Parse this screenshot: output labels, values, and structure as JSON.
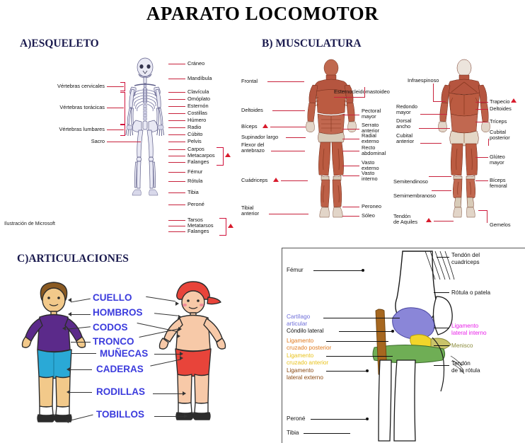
{
  "title": "APARATO LOCOMOTOR",
  "credit": "Ilustración de Microsoft",
  "sections": {
    "skeleton": {
      "heading": "A)ESQUELETO"
    },
    "muscles": {
      "heading": "B) MUSCULATURA"
    },
    "joints": {
      "heading": "C)ARTICULACIONES"
    }
  },
  "skeleton": {
    "left_labels": [
      {
        "text": "Vértebras cervicales"
      },
      {
        "text": "Vértebras torácicas"
      },
      {
        "text": "Vértebras lumbares"
      },
      {
        "text": "Sacro"
      }
    ],
    "right_labels": [
      {
        "text": "Cráneo"
      },
      {
        "text": "Mandíbula"
      },
      {
        "text": "Clavícula"
      },
      {
        "text": "Omóplato"
      },
      {
        "text": "Esternón"
      },
      {
        "text": "Costillas"
      },
      {
        "text": "Húmero"
      },
      {
        "text": "Radio"
      },
      {
        "text": "Cúbito"
      },
      {
        "text": "Pelvis"
      },
      {
        "text": "Carpos"
      },
      {
        "text": "Metacarpos"
      },
      {
        "text": "Falanges"
      },
      {
        "text": "Fémur"
      },
      {
        "text": "Rótula"
      },
      {
        "text": "Tibia"
      },
      {
        "text": "Peroné"
      },
      {
        "text": "Tarsos"
      },
      {
        "text": "Metatarsos"
      },
      {
        "text": "Falanges"
      }
    ]
  },
  "muscles_front": {
    "left_labels": [
      {
        "text": "Frontal"
      },
      {
        "text": "Deltoides"
      },
      {
        "text": "Bíceps"
      },
      {
        "text": "Supinador largo"
      },
      {
        "text": "Flexor del\nantebrazo"
      },
      {
        "text": "Cuádriceps"
      },
      {
        "text": "Tibial\nanterior"
      }
    ],
    "right_labels": [
      {
        "text": "Esternocleidomastoideo"
      },
      {
        "text": "Pectoral\nmayor"
      },
      {
        "text": "Serrato\nanterior"
      },
      {
        "text": "Radial\nexterno"
      },
      {
        "text": "Recto\nabdominal"
      },
      {
        "text": "Vasto\nexterno"
      },
      {
        "text": "Vasto\ninterno"
      },
      {
        "text": "Peroneo"
      },
      {
        "text": "Sóleo"
      }
    ]
  },
  "muscles_back": {
    "left_labels": [
      {
        "text": "Infraespinoso"
      },
      {
        "text": "Redondo\nmayor"
      },
      {
        "text": "Dorsal\nancho"
      },
      {
        "text": "Cubital\nanterior"
      },
      {
        "text": "Semitendinoso"
      },
      {
        "text": "Semimembranoso"
      },
      {
        "text": "Tendón\nde Aquiles"
      }
    ],
    "right_labels": [
      {
        "text": "Trapecio"
      },
      {
        "text": "Deltoides"
      },
      {
        "text": "Tríceps"
      },
      {
        "text": "Cubital\nposterior"
      },
      {
        "text": "Glúteo\nmayor"
      },
      {
        "text": "Bíceps\nfemoral"
      },
      {
        "text": "Gemelos"
      }
    ]
  },
  "joints": {
    "labels": [
      {
        "text": "CUELLO"
      },
      {
        "text": "HOMBROS"
      },
      {
        "text": "CODOS"
      },
      {
        "text": "TRONCO"
      },
      {
        "text": "MUÑECAS"
      },
      {
        "text": "CADERAS"
      },
      {
        "text": "RODILLAS"
      },
      {
        "text": "TOBILLOS"
      }
    ],
    "color": "#3b3bdd"
  },
  "knee": {
    "left_labels": [
      {
        "text": "Fémur",
        "color": "#111111"
      },
      {
        "text": "Cartílago\narticular",
        "color": "#6c6cd8"
      },
      {
        "text": "Cóndilo lateral",
        "color": "#111111"
      },
      {
        "text": "Ligamento\ncruzado posterior",
        "color": "#e07b20"
      },
      {
        "text": "Ligamento\ncruzado anterior",
        "color": "#e8c21a"
      },
      {
        "text": "Ligamento\nlateral externo",
        "color": "#8b4a12"
      },
      {
        "text": "Peroné",
        "color": "#111111"
      },
      {
        "text": "Tibia",
        "color": "#111111"
      }
    ],
    "right_labels": [
      {
        "text": "Tendón del\ncuadriceps",
        "color": "#111111"
      },
      {
        "text": "Rótula o patela",
        "color": "#111111"
      },
      {
        "text": "Ligamento\nlateral interno",
        "color": "#e81ee8"
      },
      {
        "text": "Menisco",
        "color": "#8a8a3a"
      },
      {
        "text": "Tendón\nde la rótula",
        "color": "#111111"
      }
    ]
  },
  "colors": {
    "leader_red": "#c8223c",
    "bracket_red": "#d0103a",
    "triangle_red": "#d81b2c",
    "heading": "#1a1a4e",
    "joint_blue": "#3b3bdd",
    "muscle": "#b5553f"
  }
}
